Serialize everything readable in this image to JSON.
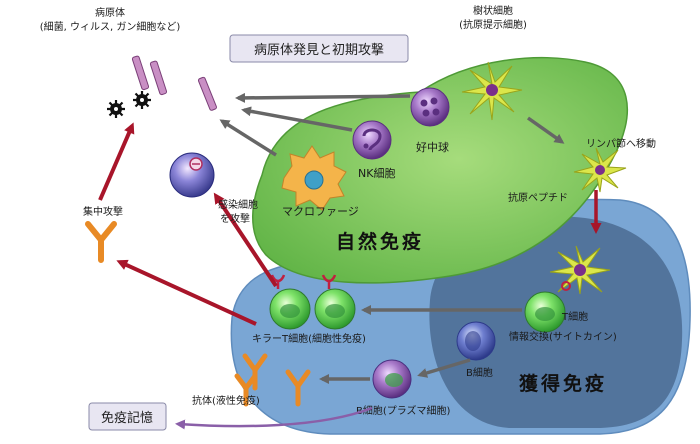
{
  "title_box": "病原体発見と初期攻撃",
  "pathogen": {
    "label_line1": "病原体",
    "label_line2": "(細菌, ウィルス, ガン細胞など)"
  },
  "dendritic": {
    "label_line1": "樹状細胞",
    "label_line2": "(抗原提示細胞)"
  },
  "lymph_move": "リンパ節へ移動",
  "antigen_peptide": "抗原ペプチド",
  "neutrophil": "好中球",
  "nk_cell": "NK細胞",
  "macrophage": "マクロファージ",
  "innate_immunity": "自然免疫",
  "infected_cell": {
    "line1": "感染細胞",
    "line2": "を攻撃"
  },
  "focused_attack": "集中攻撃",
  "killer_t": "キラーT細胞(細胞性免疫)",
  "t_cell": "T細胞",
  "cytokine": "情報交換(サイトカイン)",
  "b_cell": "B細胞",
  "adaptive_immunity": "獲得免疫",
  "plasma_cell": "B細胞(プラズマ細胞)",
  "antibody": "抗体(液性免疫)",
  "memory_box": "免疫記憶",
  "colors": {
    "innate_region": "#7cc55a",
    "adaptive_region": "#7aa6d4",
    "adaptive_inner": "#4e6f96",
    "arrow_gray": "#666666",
    "arrow_red": "#a8152a",
    "arrow_purple": "#8a5fa8",
    "cell_green": "#5bd25b",
    "antibody_orange": "#e88a25",
    "dendritic_yellow": "#dbe64a"
  }
}
